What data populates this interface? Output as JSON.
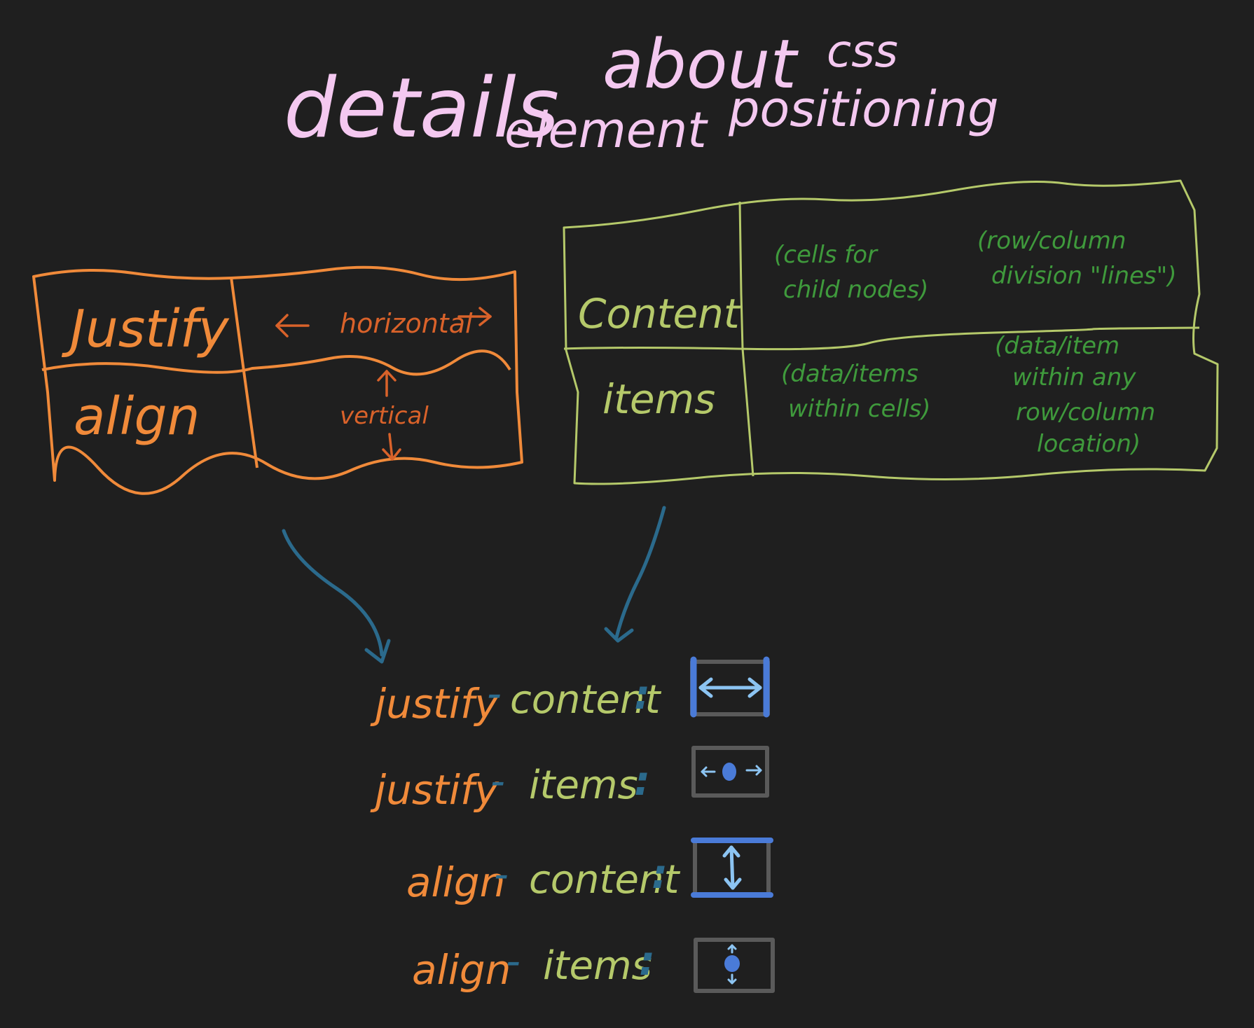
{
  "title": {
    "line1_a": "details",
    "line1_b": "about",
    "line1_c": "css",
    "line2_a": "element",
    "line2_b": "positioning"
  },
  "orange_table": {
    "rows": [
      {
        "label": "Justify",
        "direction": "horizontal"
      },
      {
        "label": "align",
        "direction": "vertical"
      }
    ]
  },
  "green_table": {
    "rows": [
      {
        "label": "Content",
        "cell1": [
          "(cells for",
          "child nodes)"
        ],
        "cell2": [
          "(row/column",
          "division \"lines\")"
        ]
      },
      {
        "label": "items",
        "cell1": [
          "(data/items",
          "within cells)"
        ],
        "cell2": [
          "(data/item",
          "within any",
          "row/column",
          "location)"
        ]
      }
    ]
  },
  "properties": [
    {
      "prefix": "justify",
      "dash": "-",
      "suffix": "content",
      "colon": ":",
      "icon": "justify-content-icon"
    },
    {
      "prefix": "justify",
      "dash": "-",
      "suffix": "items",
      "colon": ":",
      "icon": "justify-items-icon"
    },
    {
      "prefix": "align",
      "dash": "-",
      "suffix": "content",
      "colon": ":",
      "icon": "align-content-icon"
    },
    {
      "prefix": "align",
      "dash": "-",
      "suffix": "items",
      "colon": ":",
      "icon": "align-items-icon"
    }
  ],
  "colors": {
    "background": "#1f1f1f",
    "title": "#f4c8f0",
    "orange": "#f08a3a",
    "orange_dark": "#d9622a",
    "lime": "#b5c96a",
    "green": "#3f9a3c",
    "teal": "#2b6a8c",
    "blue": "#4a7bd8",
    "light_blue": "#8cc4f2",
    "gray": "#5a5a5a"
  }
}
